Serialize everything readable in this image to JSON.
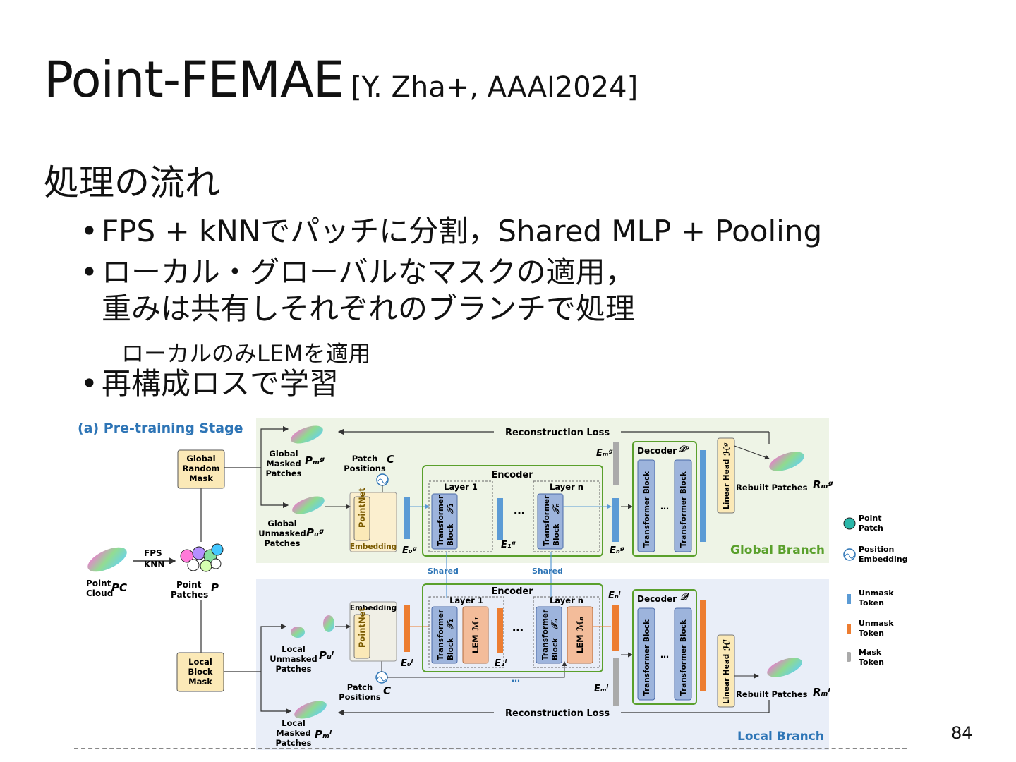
{
  "slide": {
    "title": "Point-FEMAE",
    "citation": "[Y. Zha+, AAAI2024]",
    "heading": "処理の流れ",
    "bullets": [
      "FPS + kNNでパッチに分割，Shared MLP + Pooling",
      "ローカル・グローバルなマスクの適用，",
      "重みは共有しそれぞれのブランチで処理",
      "再構成ロスで学習"
    ],
    "sub_bullet": "ローカルのみLEMを適用",
    "page_number": "84"
  },
  "diagram": {
    "stage_title": "(a) Pre-training Stage",
    "recon_loss": "Reconstruction Loss",
    "global_branch": "Global Branch",
    "local_branch": "Local Branch",
    "encoder": "Encoder",
    "decoder": "Decoder",
    "layer1": "Layer 1",
    "layern": "Layer n",
    "shared": "Shared",
    "embedding": "Embedding",
    "pointnet": "PointNet",
    "transformer_block": "Transformer Block",
    "transformer": "Transformer",
    "block": "Block",
    "lem": "LEM",
    "linear_head": "Linear Head",
    "rebuilt_patches": "Rebuilt Patches",
    "patch_positions_1": "Patch",
    "patch_positions_2": "Positions",
    "global_mask": [
      "Global",
      "Random",
      "Mask"
    ],
    "local_mask": [
      "Local",
      "Block",
      "Mask"
    ],
    "fps": "FPS",
    "knn": "KNN",
    "point_cloud": [
      "Point",
      "Cloud"
    ],
    "point_patches": [
      "Point",
      "Patches"
    ],
    "global_masked": [
      "Global",
      "Masked",
      "Patches"
    ],
    "global_unmasked": [
      "Global",
      "Unmasked",
      "Patches"
    ],
    "local_unmasked": [
      "Local",
      "Unmasked",
      "Patches"
    ],
    "local_masked": [
      "Local",
      "Masked",
      "Patches"
    ],
    "legend": {
      "point_patch": [
        "Point",
        "Patch"
      ],
      "position_embedding": [
        "Position",
        "Embedding"
      ],
      "unmask_token_blue": [
        "Unmask",
        "Token"
      ],
      "unmask_token_orange": [
        "Unmask",
        "Token"
      ],
      "mask_token": [
        "Mask",
        "Token"
      ]
    },
    "symbols": {
      "C": "C",
      "PC": "PC",
      "P": "P",
      "Pmg": "Pₘᵍ",
      "Pug": "Pᵤᵍ",
      "Pul": "Pᵤˡ",
      "Pml": "Pₘˡ",
      "E0g": "E₀ᵍ",
      "E1g": "E₁ᵍ",
      "Eng": "Eₙᵍ",
      "Emg": "Eₘᵍ",
      "E0l": "E₀ˡ",
      "E1l": "E₁ˡ",
      "Enl": "Eₙˡ",
      "Eml": "Eₘˡ",
      "T1": "𝒯₁",
      "Tn": "𝒯ₙ",
      "M1": "ℳ₁",
      "Mn": "ℳₙ",
      "Dg": "𝒟ᵍ",
      "Dl": "𝒟ˡ",
      "Hg": "ℋᵍ",
      "Hl": "ℋˡ",
      "Rmg": "Rₘᵍ",
      "Rml": "Rₘˡ",
      "dots": "…"
    },
    "colors": {
      "global_bg": "#eef4e6",
      "local_bg": "#e9eef8",
      "blue_title": "#2e75b6",
      "green_title": "#5aa02c",
      "blue_block": "#9db4dc",
      "orange_block": "#f3bc9a",
      "yellow_box": "#fbe9b7",
      "blue_token": "#5b9bd5",
      "orange_token": "#ed7d31",
      "gray_token": "#aaaaaa"
    }
  }
}
